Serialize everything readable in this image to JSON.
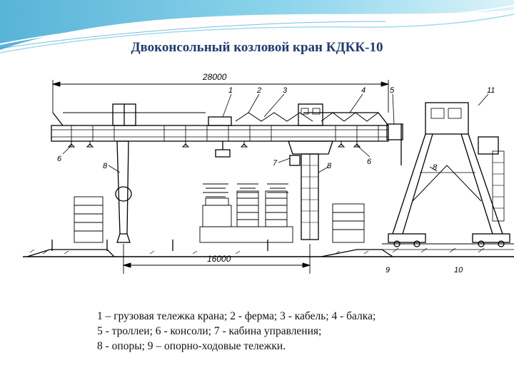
{
  "title": "Двоконсольный козловой кран КДКК-10",
  "dimensions": {
    "span": "28000",
    "base": "16000"
  },
  "callouts": [
    "1",
    "2",
    "3",
    "4",
    "5",
    "6",
    "6",
    "7",
    "8",
    "8",
    "9",
    "10",
    "11",
    "8"
  ],
  "legend": [
    "1 – грузовая тележка крана; 2 - ферма; 3 - кабель; 4 - балка;",
    "5 - троллеи; 6 - консоли; 7 - кабина управления;",
    "8 - опоры; 9 – опорно-ходовые тележки."
  ],
  "colors": {
    "title": "#1f3b73",
    "wave": "#4fb3d9",
    "line": "#000000"
  }
}
